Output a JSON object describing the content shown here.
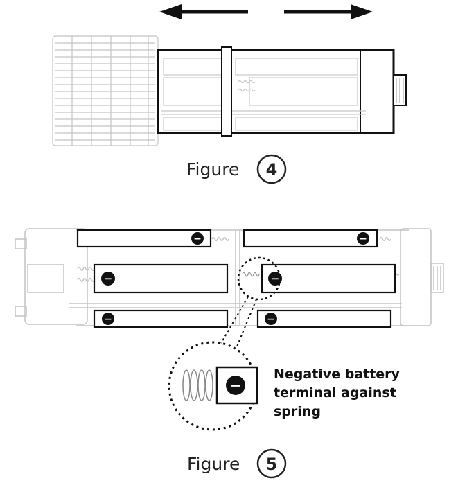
{
  "figure4": {
    "label": "Figure",
    "number": "4"
  },
  "figure5": {
    "label": "Figure",
    "number": "5",
    "callout_lines": [
      "Negative battery",
      "terminal against",
      "spring"
    ]
  },
  "battery_symbol": "−",
  "colors": {
    "ink": "#111111",
    "faint": "#bdbdbd",
    "arrow": "#111111"
  }
}
